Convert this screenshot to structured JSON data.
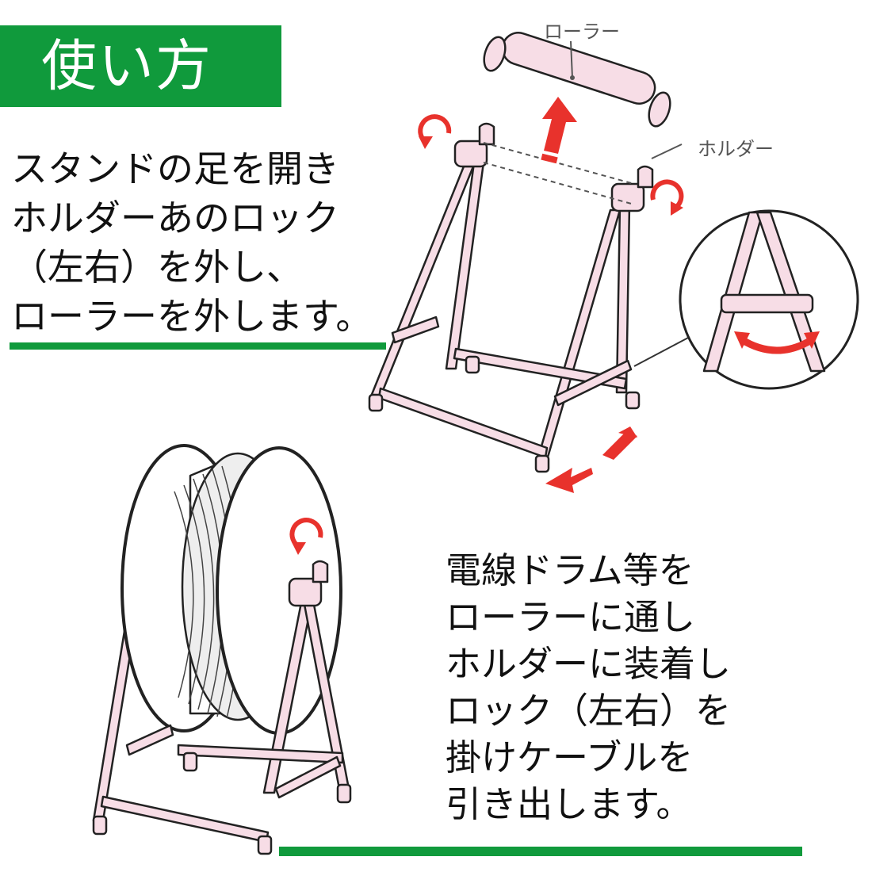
{
  "header": {
    "title": "使い方"
  },
  "step1": {
    "lines": [
      "スタンドの足を開き",
      "ホルダーあのロック",
      "（左右）を外し、",
      "ローラーを外します。"
    ]
  },
  "step2": {
    "lines": [
      "電線ドラム等を",
      "ローラーに通し",
      "ホルダーに装着し",
      "ロック（左右）を",
      "掛けケーブルを",
      "引き出します。"
    ]
  },
  "labels": {
    "roller": "ローラー",
    "holder": "ホルダー"
  },
  "colors": {
    "accent": "#109a3c",
    "frame": "#f7dde6",
    "arrow": "#e8322c"
  }
}
